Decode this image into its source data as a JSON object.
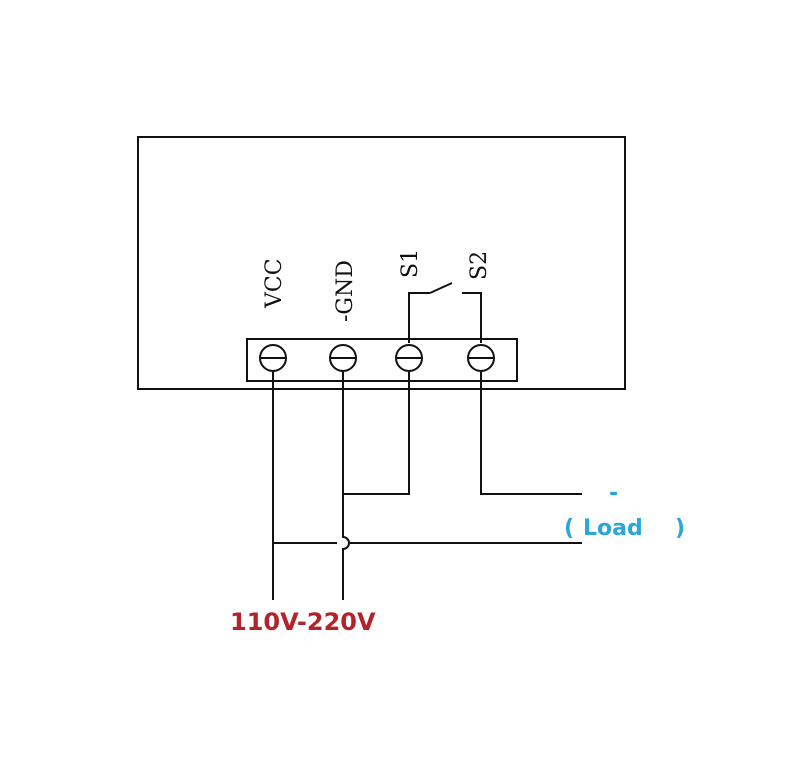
{
  "terminals": [
    {
      "id": "vcc",
      "label": "VCC"
    },
    {
      "id": "gnd",
      "label": "-GND"
    },
    {
      "id": "s1",
      "label": "S1"
    },
    {
      "id": "s2",
      "label": "S2"
    }
  ],
  "supply": {
    "label": "110V-220V",
    "color": "#b3242a"
  },
  "load": {
    "open_paren": "(",
    "label": "Load",
    "close_paren": ")",
    "marker": "-",
    "color": "#2aa6d8"
  },
  "colors": {
    "line": "#111111"
  }
}
